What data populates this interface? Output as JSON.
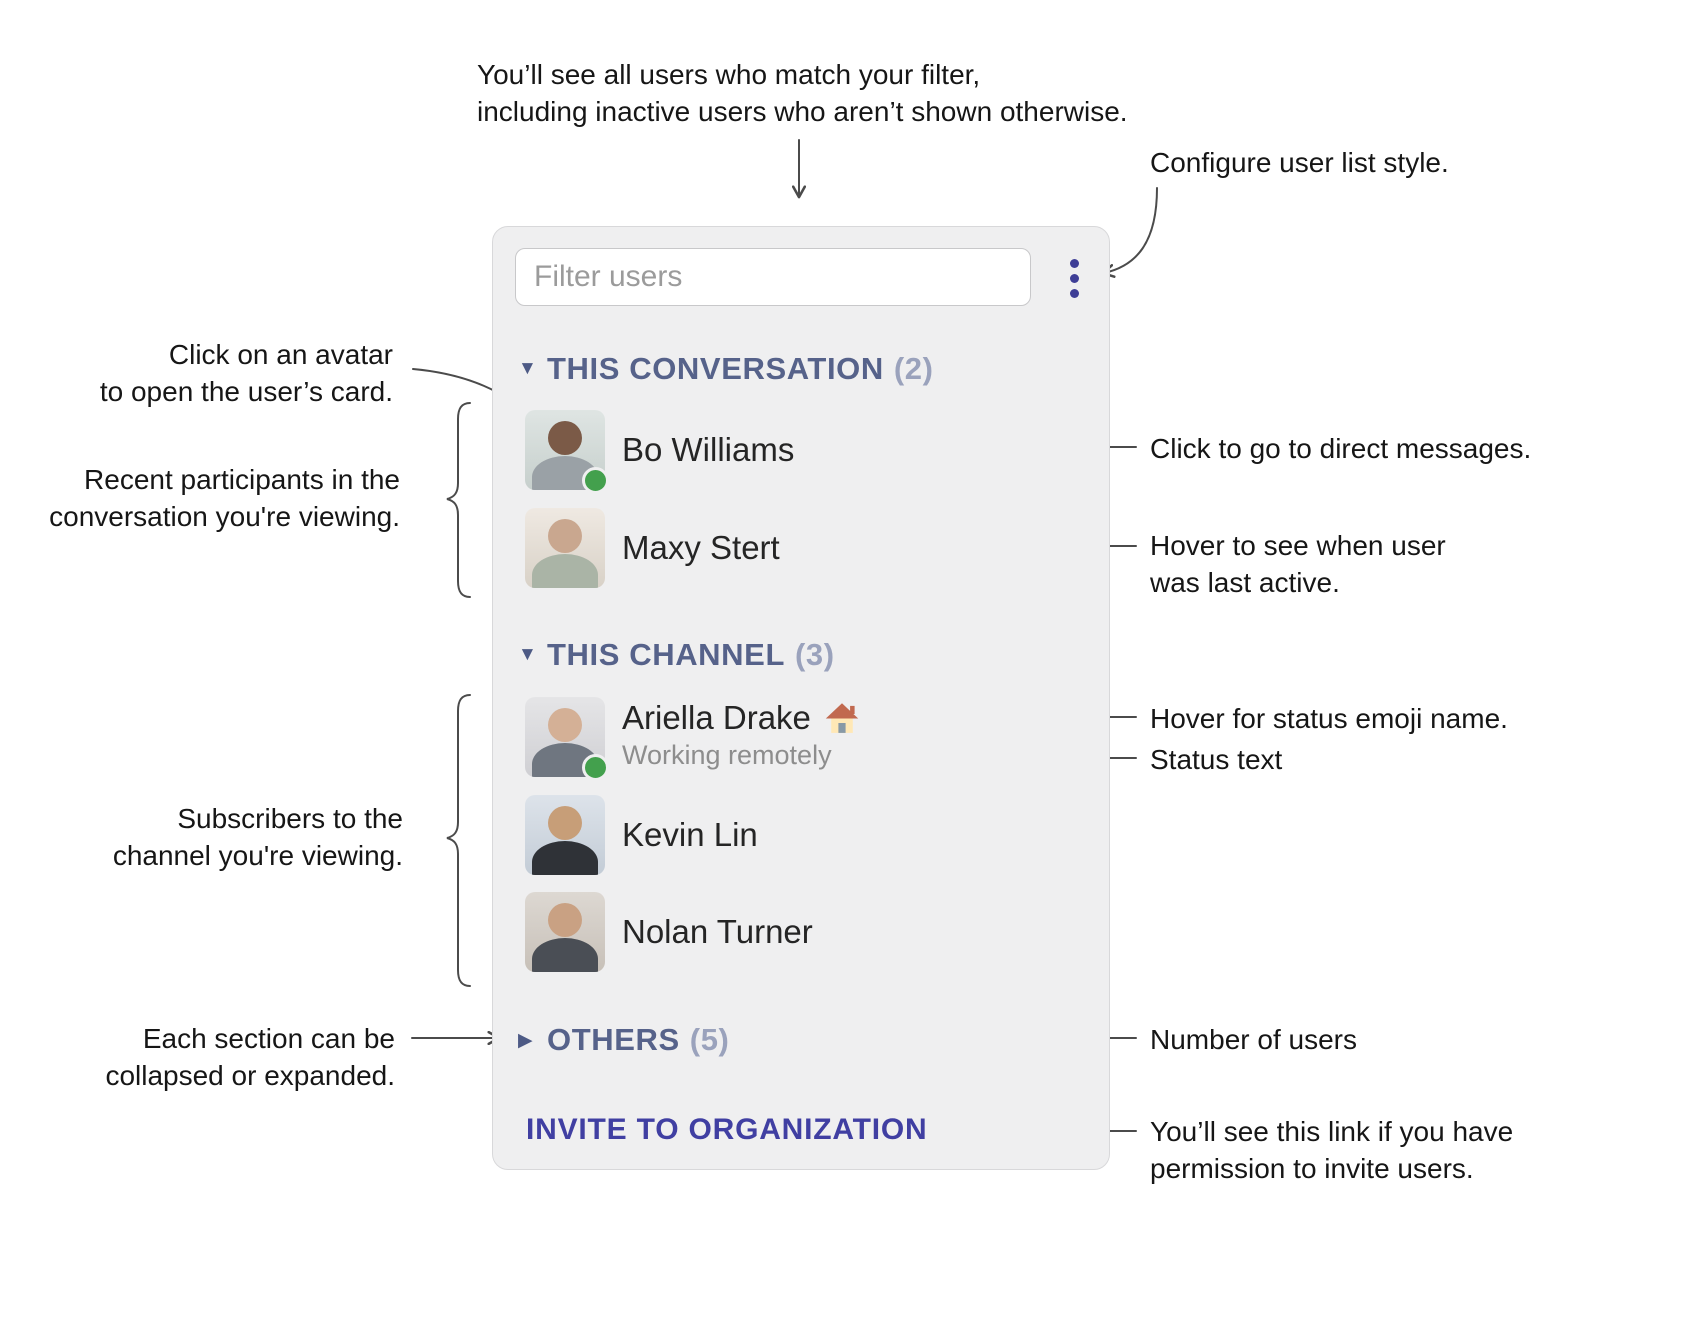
{
  "annotations": {
    "filter_note": "You’ll see all users who match your filter,\nincluding inactive users who aren’t shown otherwise.",
    "configure_note": "Configure user list style.",
    "avatar_note": "Click on an avatar\nto open the user’s card.",
    "participants_note": "Recent participants in the\nconversation you're viewing.",
    "dm_note": "Click to go to direct messages.",
    "last_active_note": "Hover to see when user\nwas last active.",
    "status_emoji_note": "Hover for status emoji name.",
    "status_text_note": "Status text",
    "subscribers_note": "Subscribers to the\nchannel you're viewing.",
    "collapse_note": "Each section can be\ncollapsed or expanded.",
    "user_count_note": "Number of users",
    "invite_note": "You’ll see this link if you have\npermission to invite users."
  },
  "panel": {
    "filter_placeholder": "Filter users",
    "sections": [
      {
        "label": "THIS CONVERSATION",
        "count": "(2)",
        "state": "expanded",
        "users": [
          {
            "name": "Bo Williams",
            "online": true
          },
          {
            "name": "Maxy Stert",
            "online": false
          }
        ]
      },
      {
        "label": "THIS CHANNEL",
        "count": "(3)",
        "state": "expanded",
        "users": [
          {
            "name": "Ariella Drake",
            "status_emoji": "house",
            "status_text": "Working remotely",
            "online": true
          },
          {
            "name": "Kevin Lin",
            "online": false
          },
          {
            "name": "Nolan Turner",
            "online": false
          }
        ]
      },
      {
        "label": "OTHERS",
        "count": "(5)",
        "state": "collapsed",
        "users": []
      }
    ],
    "invite_link": "INVITE TO ORGANIZATION"
  },
  "icons": {
    "menu": "vertical-ellipsis",
    "expanded": "▼",
    "collapsed": "▶",
    "ariella_status_emoji": "house"
  },
  "colors": {
    "section_header": "#56628a",
    "section_count": "#9aa2bc",
    "invite_link": "#403fa2",
    "online_dot": "#43a04d",
    "annotation_line": "#4b4b4b",
    "panel_background": "#efeff0"
  }
}
